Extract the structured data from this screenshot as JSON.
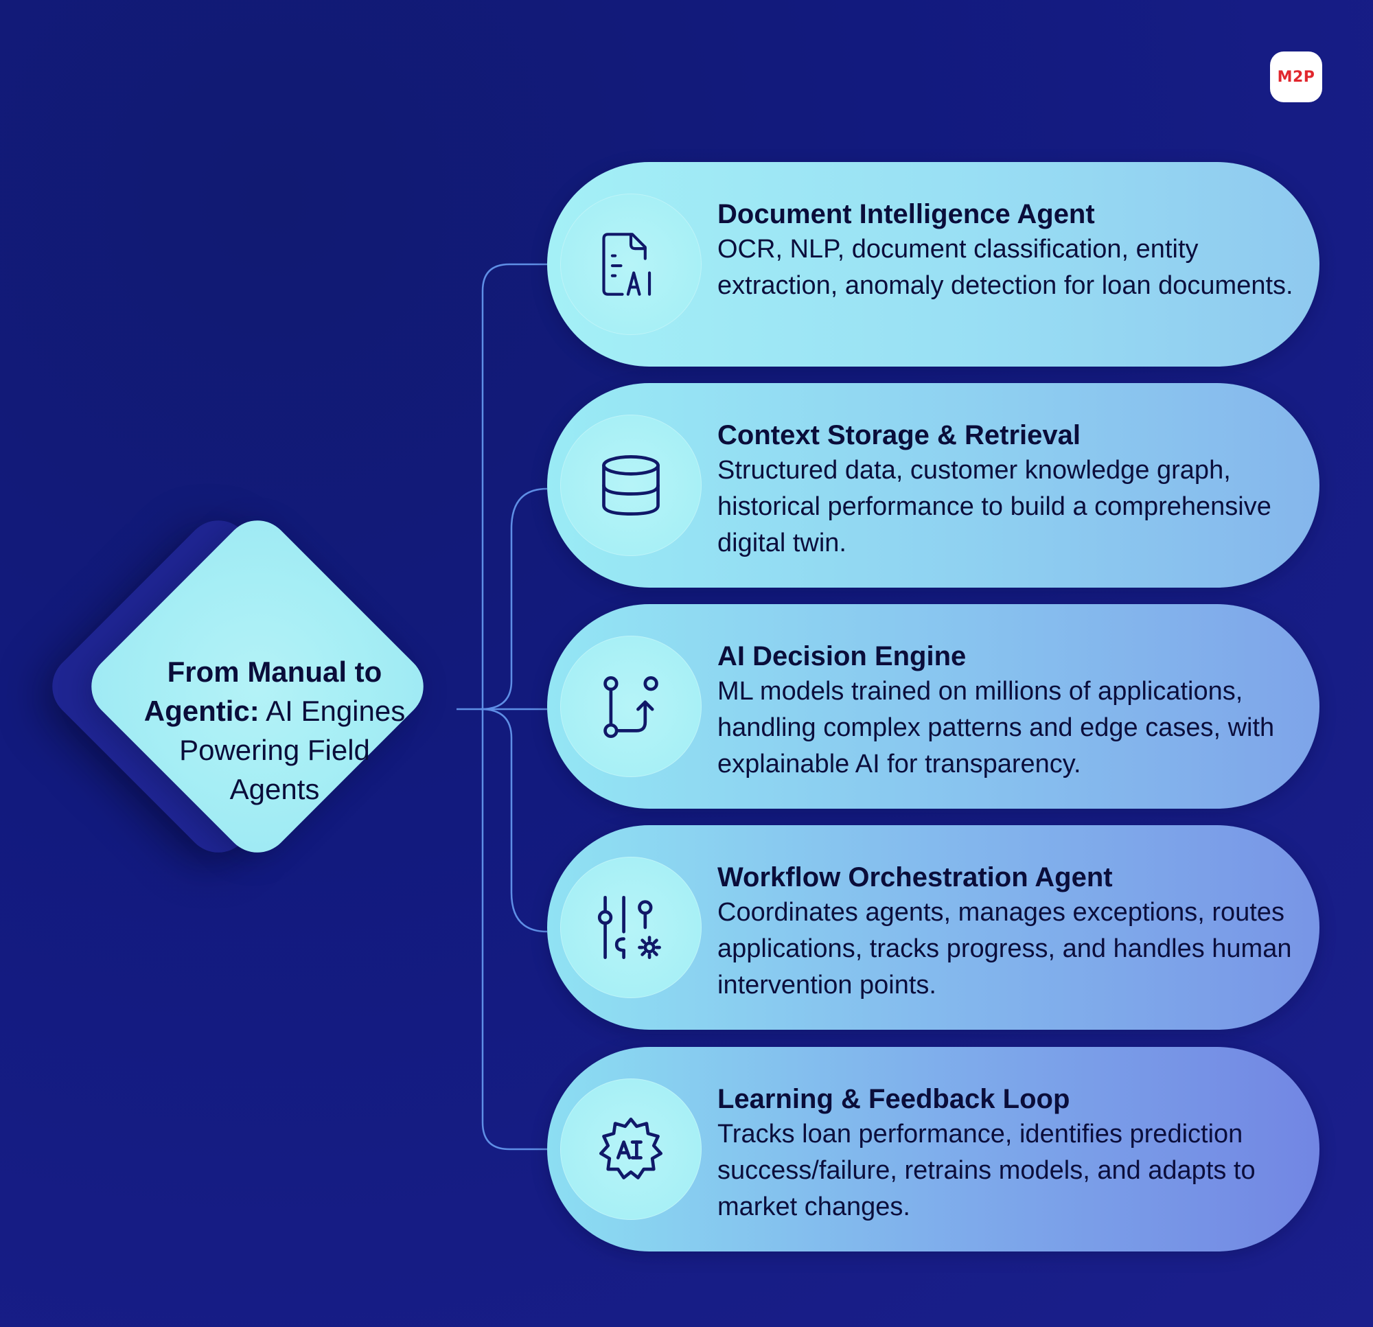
{
  "logo": {
    "text": "M2P"
  },
  "hub": {
    "title_bold": "From Manual to Agentic:",
    "title_bold_line1": "From Manual to",
    "title_bold_line2": "Agentic:",
    "title_rest_line2": " AI Engines",
    "title_line3": "Powering Field",
    "title_line4": "Agents"
  },
  "cards": [
    {
      "title": "Document Intelligence Agent",
      "description": "OCR, NLP, document classification, entity extraction, anomaly detection for loan documents.",
      "icon": "document-ai-icon"
    },
    {
      "title": "Context Storage & Retrieval",
      "description": "Structured data, customer knowledge graph, historical performance to build a comprehensive digital twin.",
      "icon": "database-icon"
    },
    {
      "title": "AI Decision Engine",
      "description": "ML models trained on millions of applications, handling complex patterns and edge cases, with explainable AI for transparency.",
      "icon": "decision-flow-icon"
    },
    {
      "title": "Workflow Orchestration Agent",
      "description": "Coordinates agents, manages exceptions, routes applications, tracks progress, and handles human intervention points.",
      "icon": "workflow-sliders-gear-icon"
    },
    {
      "title": "Learning & Feedback Loop",
      "description": "Tracks loan performance, identifies prediction success/failure, retrains models, and adapts to market changes.",
      "icon": "ai-gear-icon"
    }
  ],
  "colors": {
    "background": "#131a7c",
    "text_dark": "#0a0d3a",
    "icon_stroke": "#101868",
    "connector": "#5f8fe6",
    "logo_red": "#e1262d"
  }
}
